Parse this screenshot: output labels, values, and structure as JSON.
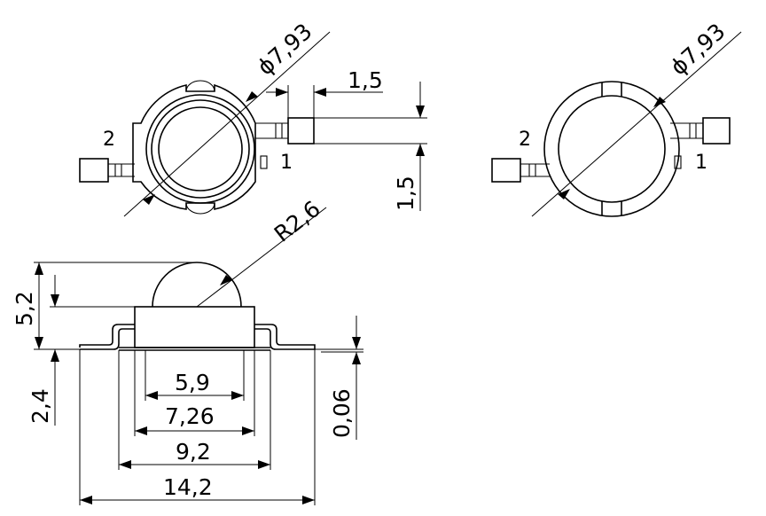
{
  "top_left": {
    "diameter": "ϕ7,93",
    "dim_width": "1,5",
    "dim_height": "1,5",
    "pin2": "2",
    "pin1": "1"
  },
  "top_right": {
    "diameter": "ϕ7,93",
    "pin2": "2",
    "pin1": "1"
  },
  "side": {
    "radius": "R2,6",
    "height_total": "5,2",
    "height_base": "2,4",
    "thickness": "0,06",
    "width_inner": "5,9",
    "width_body": "7,26",
    "width_pads": "9,2",
    "width_total": "14,2"
  }
}
